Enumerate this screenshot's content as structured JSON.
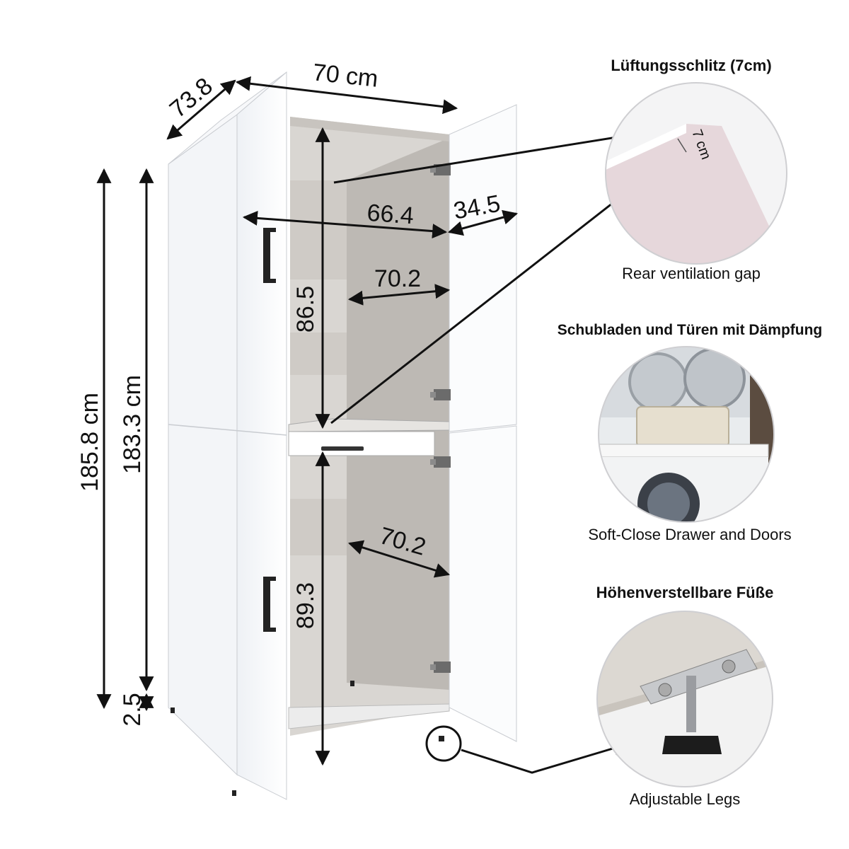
{
  "dimensions": {
    "depth": "73.8",
    "width": "70 cm",
    "total_height": "185.8 cm",
    "body_height": "183.3 cm",
    "leg_height": "2.5",
    "upper_inner_height": "86.5",
    "lower_inner_height": "89.3",
    "inner_width": "66.4",
    "door_width": "34.5",
    "upper_depth": "70.2",
    "lower_depth": "70.2",
    "vent_gap": "7 cm"
  },
  "features": [
    {
      "title": "Lüftungsschlitz (7cm)",
      "caption": "Rear ventilation gap",
      "icon": "ventilation-gap-detail"
    },
    {
      "title": "Schubladen und Türen mit Dämpfung",
      "caption": "Soft-Close Drawer and Doors",
      "icon": "drawer-photo"
    },
    {
      "title": "Höhenverstellbare Füße",
      "caption": "Adjustable Legs",
      "icon": "adjustable-leg-detail"
    }
  ],
  "colors": {
    "cabinet": "#ffffff",
    "interior": "#d9d6d2",
    "line": "#111111",
    "vent_pink": "#e6d7db"
  }
}
